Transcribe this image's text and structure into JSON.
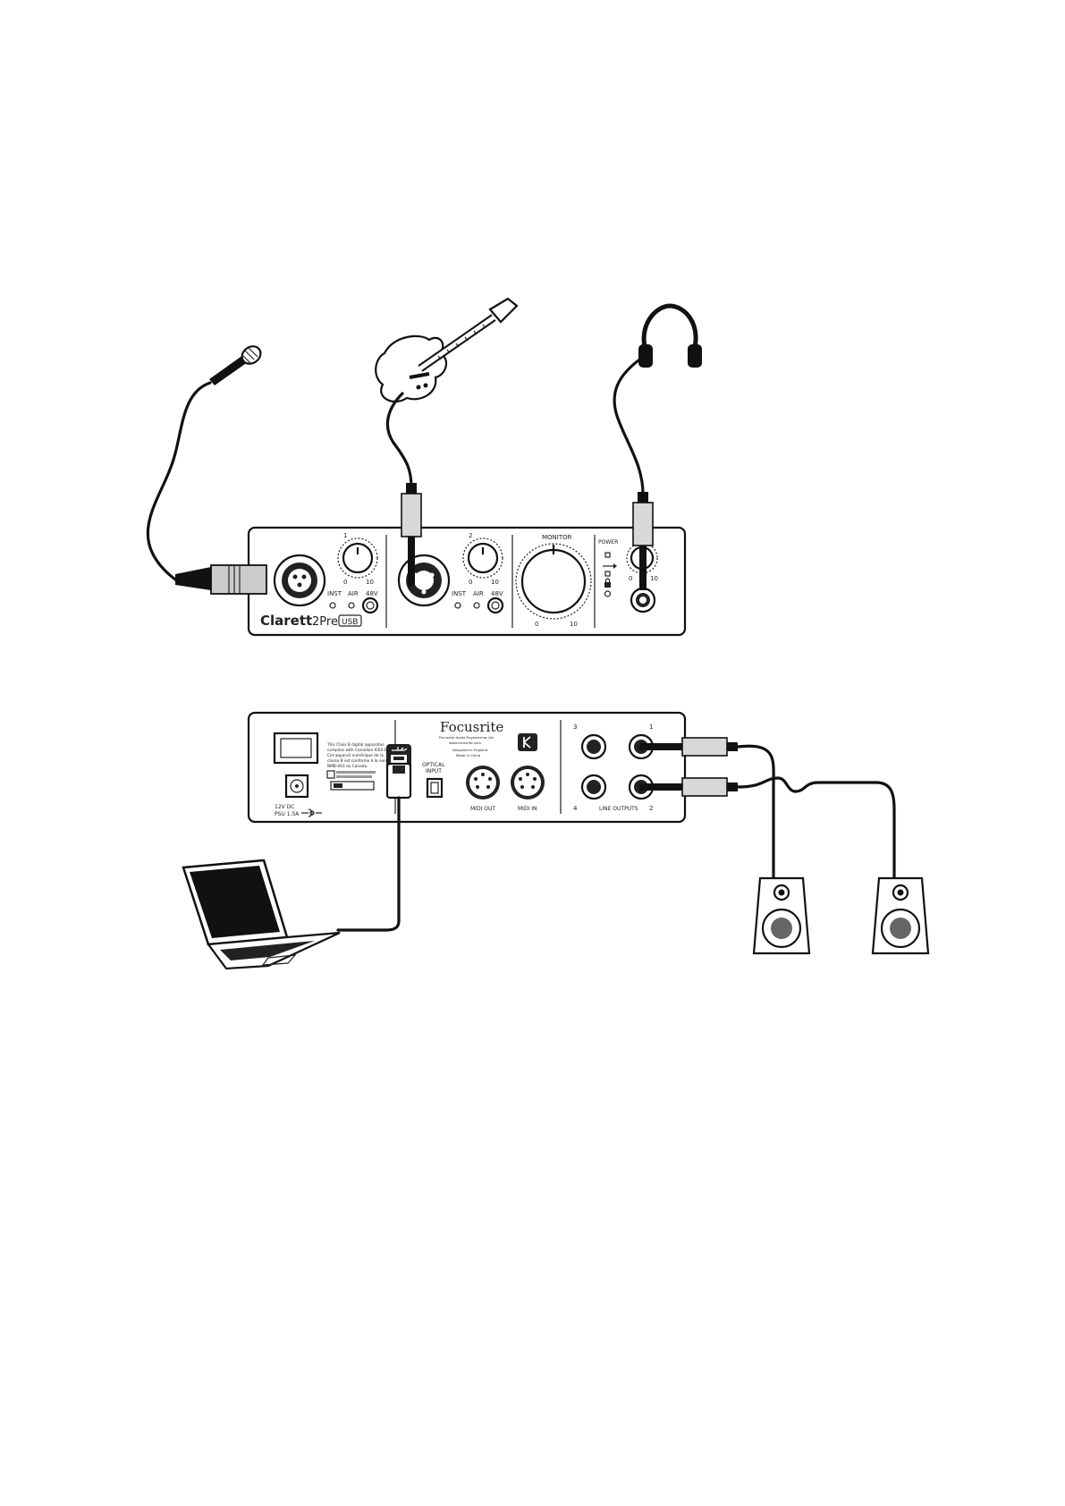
{
  "front_panel": {
    "model_name": "Clarett",
    "model_variant": "2Pre",
    "model_badge": "USB",
    "ch1": {
      "number": "1",
      "min": "0",
      "max": "10",
      "inst": "INST",
      "air": "AIR",
      "phantom": "48V"
    },
    "ch2": {
      "number": "2",
      "min": "0",
      "max": "10",
      "inst": "INST",
      "air": "AIR",
      "phantom": "48V"
    },
    "monitor": {
      "label": "MONITOR",
      "min": "0",
      "max": "10"
    },
    "power_label": "POWER",
    "headphone": {
      "min": "0",
      "max": "10"
    }
  },
  "rear_panel": {
    "brand": "Focusrite",
    "brand_lines": [
      "Focusrite Audio Engineering Ltd.",
      "www.focusrite.com"
    ],
    "origin_lines": [
      "Designed in England",
      "Made in China"
    ],
    "compliance_lines": [
      "This Class B digital apparatus",
      "complies with Canadian ICES-003.",
      "Cet appareil numérique de la",
      "classe B est conforme à la norme",
      "NMB-003 du Canada."
    ],
    "power_input": [
      "12V DC",
      "PSU 1.5A"
    ],
    "optical_input": [
      "OPTICAL",
      "INPUT"
    ],
    "midi_out": "MIDI OUT",
    "midi_in": "MIDI IN",
    "line_outputs": "LINE OUTPUTS",
    "output_numbers": [
      "3",
      "1",
      "4",
      "2"
    ]
  },
  "colors": {
    "line": "#111111",
    "plug_fill": "#d8d8d8",
    "paper": "#ffffff"
  },
  "icons": [
    "microphone-icon",
    "guitar-icon",
    "headphones-icon",
    "laptop-icon",
    "speaker-icon",
    "usb-icon",
    "kensington-lock-icon"
  ]
}
